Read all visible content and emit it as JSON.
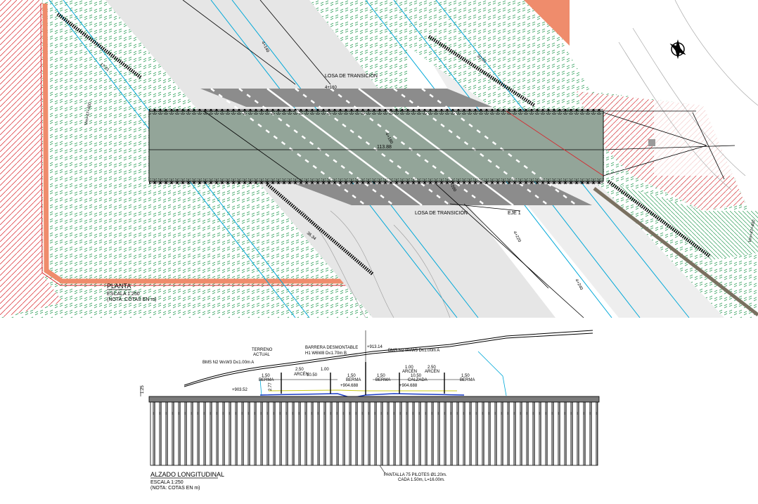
{
  "plan": {
    "title": "PLANTA",
    "scale": "ESCALA 1:250",
    "note": "(NOTA: COTAS EN m)",
    "transition_slab_top": "LOSA DE TRANSICIÓN",
    "transition_slab_bottom": "LOSA DE TRANSICIÓN",
    "axis_label": "EJE 1",
    "deck_length": "113.88",
    "stations": [
      "4+140",
      "4+160",
      "4+180",
      "4+200",
      "4+220",
      "4+240"
    ],
    "side_dims": [
      "30.03",
      "17.01",
      "36.34"
    ],
    "side_notes": [
      "Vm=47+400",
      "Vm=47+400"
    ],
    "colors": {
      "hatch": "#2e9e5a",
      "cyan": "#00a8d8",
      "red": "#d8232a",
      "salmon": "#ef8c6c",
      "deck": "#9a9a9a",
      "road": "#e2e2e2"
    }
  },
  "elevation": {
    "title": "ALZADO LONGITUDINAL",
    "scale": "ESCALA 1:250",
    "note": "(NOTA: COTAS EN m)",
    "terrain": "TERRENO\nACTUAL",
    "barrier": "BARRERA DESMONTABLE",
    "barrier_spec": "H1 W6W8 D≤1.70m B",
    "bms_left": "BMS N2 W≤W3 D≤1.00m A",
    "bms_right": "BMS N2 W≤W3 D≤1.00m A",
    "level_top": "+913.14",
    "level_left": "+903.52",
    "level_mid1": "+904.688",
    "level_mid2": "+904.688",
    "dim_125": "1.25",
    "dim_277": "2.77",
    "berma": "BERMA",
    "arcen": "ARCÉN",
    "calzada": "CALZADA",
    "dims": [
      "1.50",
      "2.50",
      "1.00",
      "10.50",
      "1.50",
      "1.50",
      "1.00",
      "2.50",
      "10.50",
      "1.50"
    ],
    "piles": "PANTALLA 75 PILOTES Ø1.20m.",
    "piles_spec": "CADA 1.50m, L=16.00m."
  }
}
